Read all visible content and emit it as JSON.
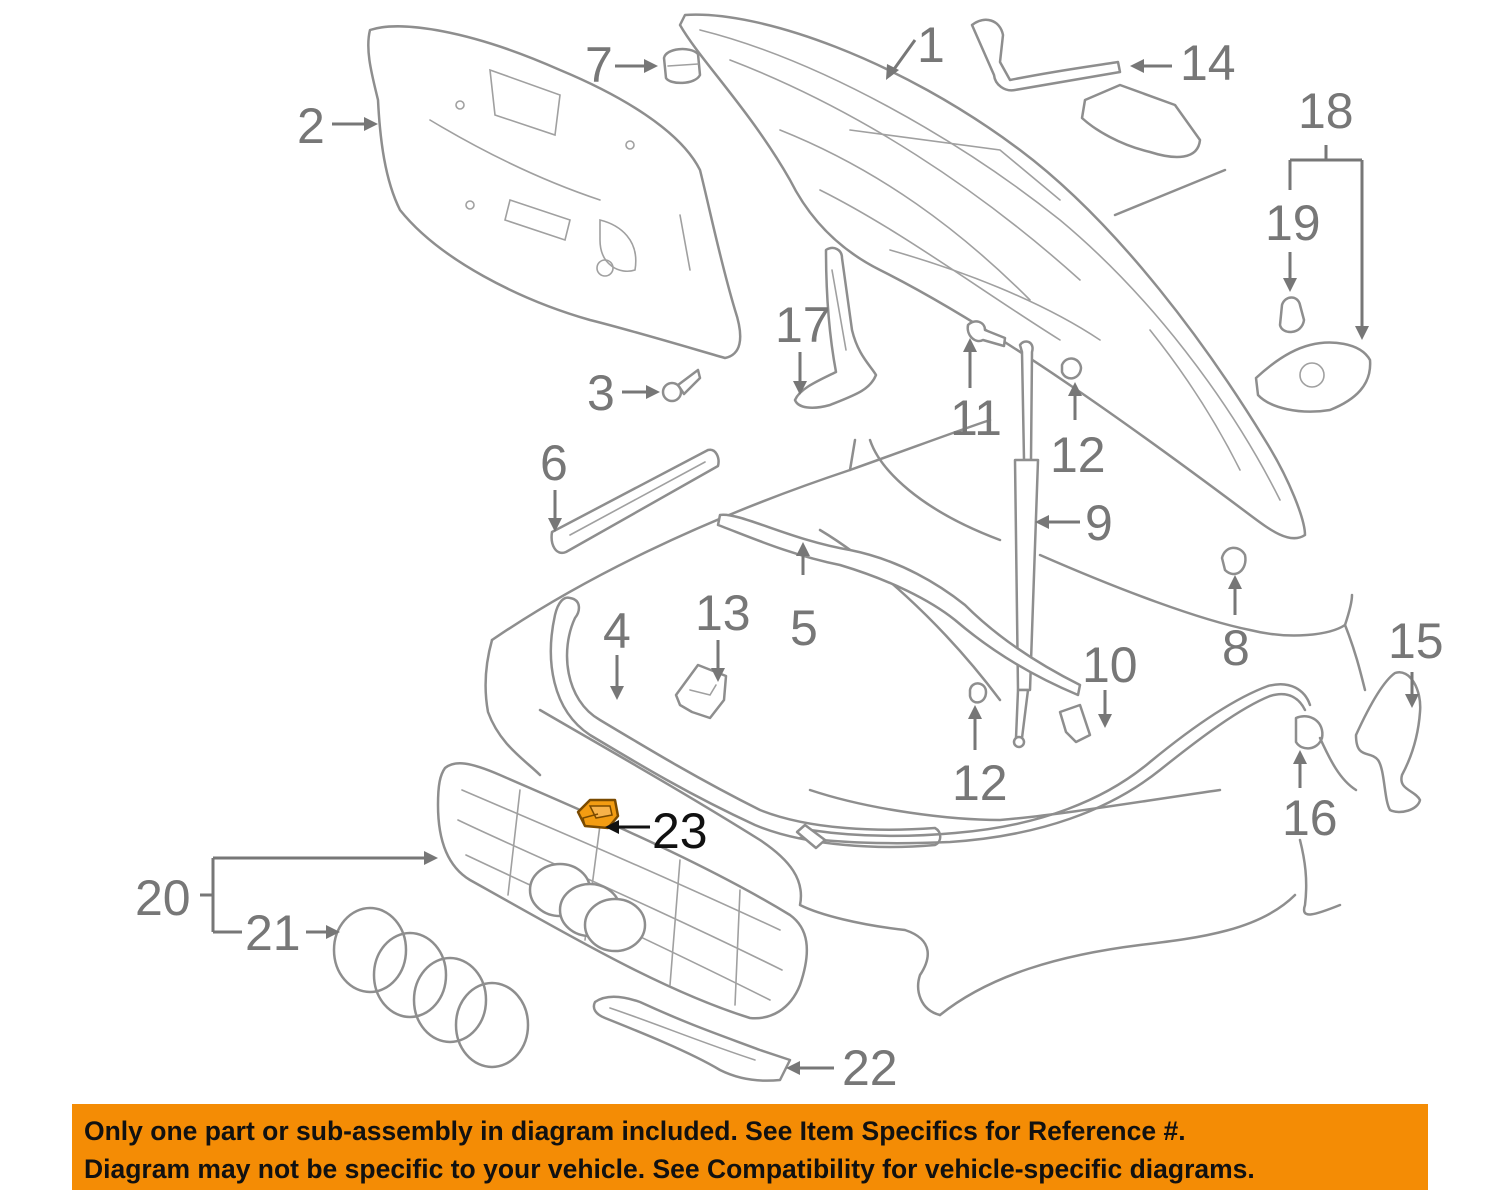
{
  "diagram": {
    "callouts": {
      "c1": "1",
      "c2": "2",
      "c3": "3",
      "c4": "4",
      "c5": "5",
      "c6": "6",
      "c7": "7",
      "c8": "8",
      "c9": "9",
      "c10": "10",
      "c11": "11",
      "c12a": "12",
      "c12b": "12",
      "c13": "13",
      "c14": "14",
      "c15": "15",
      "c16": "16",
      "c17": "17",
      "c18": "18",
      "c19": "19",
      "c20": "20",
      "c21": "21",
      "c22": "22",
      "c23": "23"
    },
    "highlighted_part": "23",
    "highlight_color": "#f39c12",
    "line_color": "#8e8e8e"
  },
  "notice": {
    "background": "#f48c05",
    "line1": "Only one part or sub-assembly in diagram included. See Item Specifics for Reference #.",
    "line2": "Diagram may not be specific to your vehicle. See Compatibility for vehicle-specific diagrams."
  }
}
